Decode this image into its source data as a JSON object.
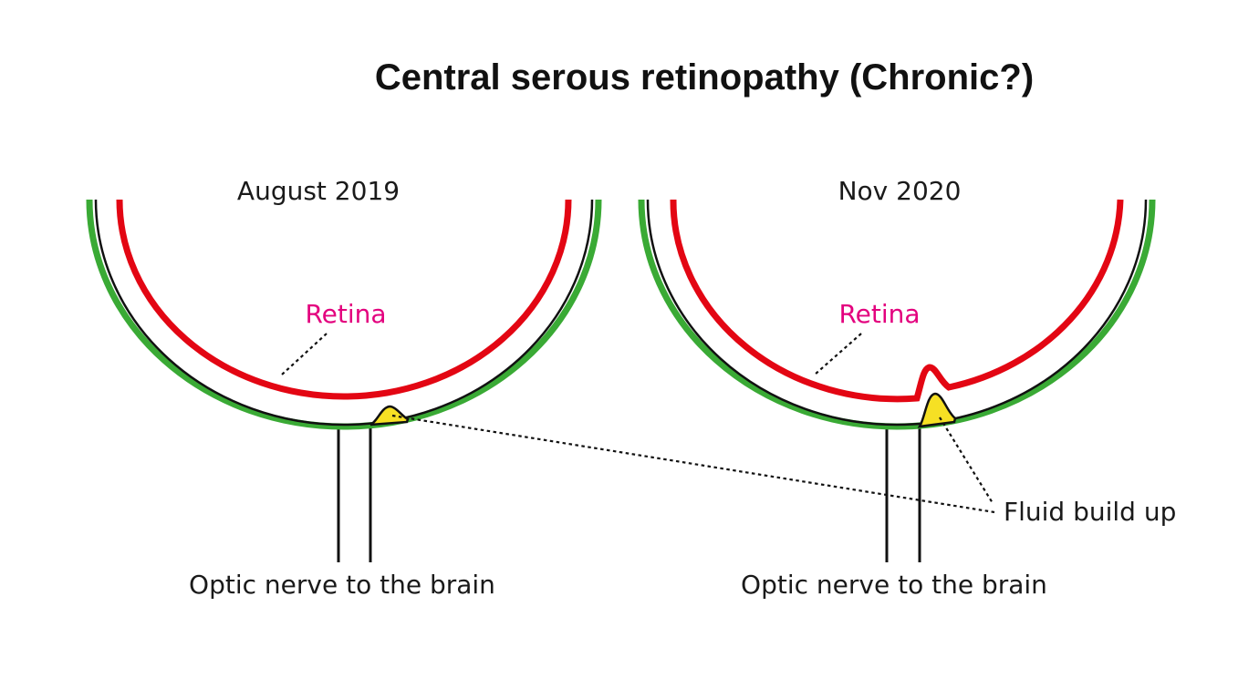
{
  "title": "Central serous retinopathy (Chronic?)",
  "colors": {
    "retina": "#e30613",
    "outer_layer": "#3aaa35",
    "inner_layer": "#111111",
    "fluid": "#f6e024",
    "retina_label": "#e3007e"
  },
  "panels": [
    {
      "date": "August 2019",
      "retina_label": "Retina",
      "nerve_label": "Optic nerve to the brain"
    },
    {
      "date": "Nov 2020",
      "retina_label": "Retina",
      "nerve_label": "Optic nerve to the brain"
    }
  ],
  "fluid_label": "Fluid build up"
}
